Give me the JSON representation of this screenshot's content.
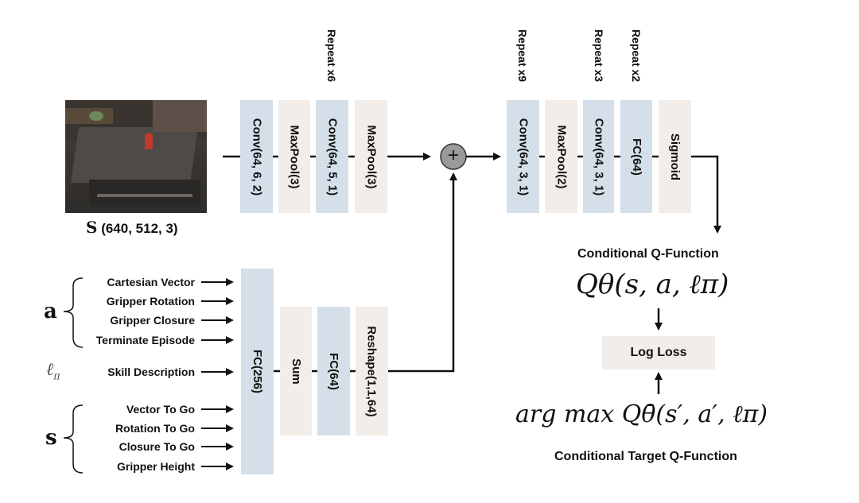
{
  "image": {
    "caption_bold": "S",
    "caption_dims": "(640, 512, 3)"
  },
  "top_branch": {
    "blocks": [
      "Conv(64, 6, 2)",
      "MaxPool(3)",
      "Conv(64, 5, 1)",
      "MaxPool(3)"
    ],
    "repeat": "Repeat x6"
  },
  "merge_symbol": "+",
  "right_branch": {
    "blocks": [
      "Conv(64, 3, 1)",
      "MaxPool(2)",
      "Conv(64, 3, 1)",
      "FC(64)",
      "Sigmoid"
    ],
    "repeats": [
      "Repeat x9",
      "Repeat x3",
      "Repeat x2"
    ]
  },
  "bottom_branch": {
    "blocks": [
      "FC(256)",
      "Sum",
      "FC(64)",
      "Reshape(1,1,64)"
    ],
    "action_symbol": "a",
    "action_inputs": [
      "Cartesian Vector",
      "Gripper Rotation",
      "Gripper Closure",
      "Terminate Episode"
    ],
    "skill_symbol": "ℓ",
    "skill_subscript": "π",
    "skill_input": "Skill Description",
    "state_symbol": "s",
    "state_inputs": [
      "Vector To Go",
      "Rotation To Go",
      "Closure To Go",
      "Gripper Height"
    ]
  },
  "q_function": {
    "title": "Conditional Q-Function",
    "formula": "Qθ(s, a, ℓπ)",
    "loss": "Log Loss",
    "target_formula": "arg max Qθ̄(s′, a′, ℓπ)",
    "target_title": "Conditional Target Q-Function"
  },
  "colors": {
    "blue_block": "#d4dfe9",
    "beige_block": "#f2ede8",
    "arrow": "#111111"
  }
}
